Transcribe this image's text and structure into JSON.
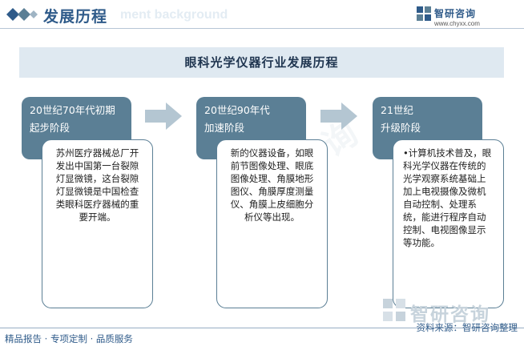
{
  "header": {
    "title": "发展历程",
    "watermark": "ment background",
    "brand_name": "智研咨询",
    "brand_url": "www.chyxx.com"
  },
  "main_title": "眼科光学仪器行业发展历程",
  "stages": [
    {
      "era": "20世纪70年代初期",
      "phase": "起步阶段",
      "description": "苏州医疗器械总厂开发出中国第一台裂隙灯显微镜，这台裂隙灯显微镜是中国检查类眼科医疗器械的重要开端。"
    },
    {
      "era": "20世纪90年代",
      "phase": "加速阶段",
      "description": "新的仪器设备，如眼前节图像处理、眼底图像处理、角膜地形图仪、角膜厚度测量仪、角膜上皮细胞分析仪等出现。"
    },
    {
      "era": "21世纪",
      "phase": "升级阶段",
      "description": "•计算机技术普及，眼科光学仪器在传统的光学观察系统基础上加上电视摄像及微机自动控制、处理系统，能进行程序自动控制、电视图像显示等功能。"
    }
  ],
  "bottom_watermark": "智研咨询",
  "big_watermark": "智研咨询",
  "footer": {
    "left": "精品报告 · 专项定制 · 品质服务",
    "right": "资料来源：智研咨询整理"
  },
  "colors": {
    "primary": "#2f5b8a",
    "stage_head": "#5b7f95",
    "title_band": "#dfe9f1",
    "arrow": "#b4c6d2"
  }
}
